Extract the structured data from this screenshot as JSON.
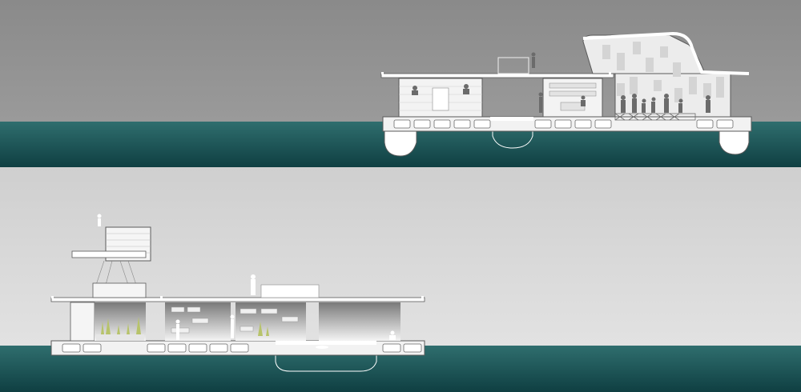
{
  "scene": {
    "panels": [
      {
        "id": "top-section",
        "subject": "floating-platform-with-gym-and-studio"
      },
      {
        "id": "bottom-section",
        "subject": "floating-platform-with-tower-and-garden"
      }
    ],
    "colors": {
      "sky_top_panel": "#8e8e8e",
      "sky_bottom_panel": "#d6d6d6",
      "water_light": "#2f6e6e",
      "water_dark": "#0f3f42",
      "structure": "#ffffff",
      "structure_line": "#5a5a5a",
      "figure": "#6b6b6b",
      "panel_tile": "#d8d8d8",
      "plant": "#b7c36a"
    },
    "icons": [
      "person-silhouette-icon",
      "plant-reed-icon"
    ]
  }
}
